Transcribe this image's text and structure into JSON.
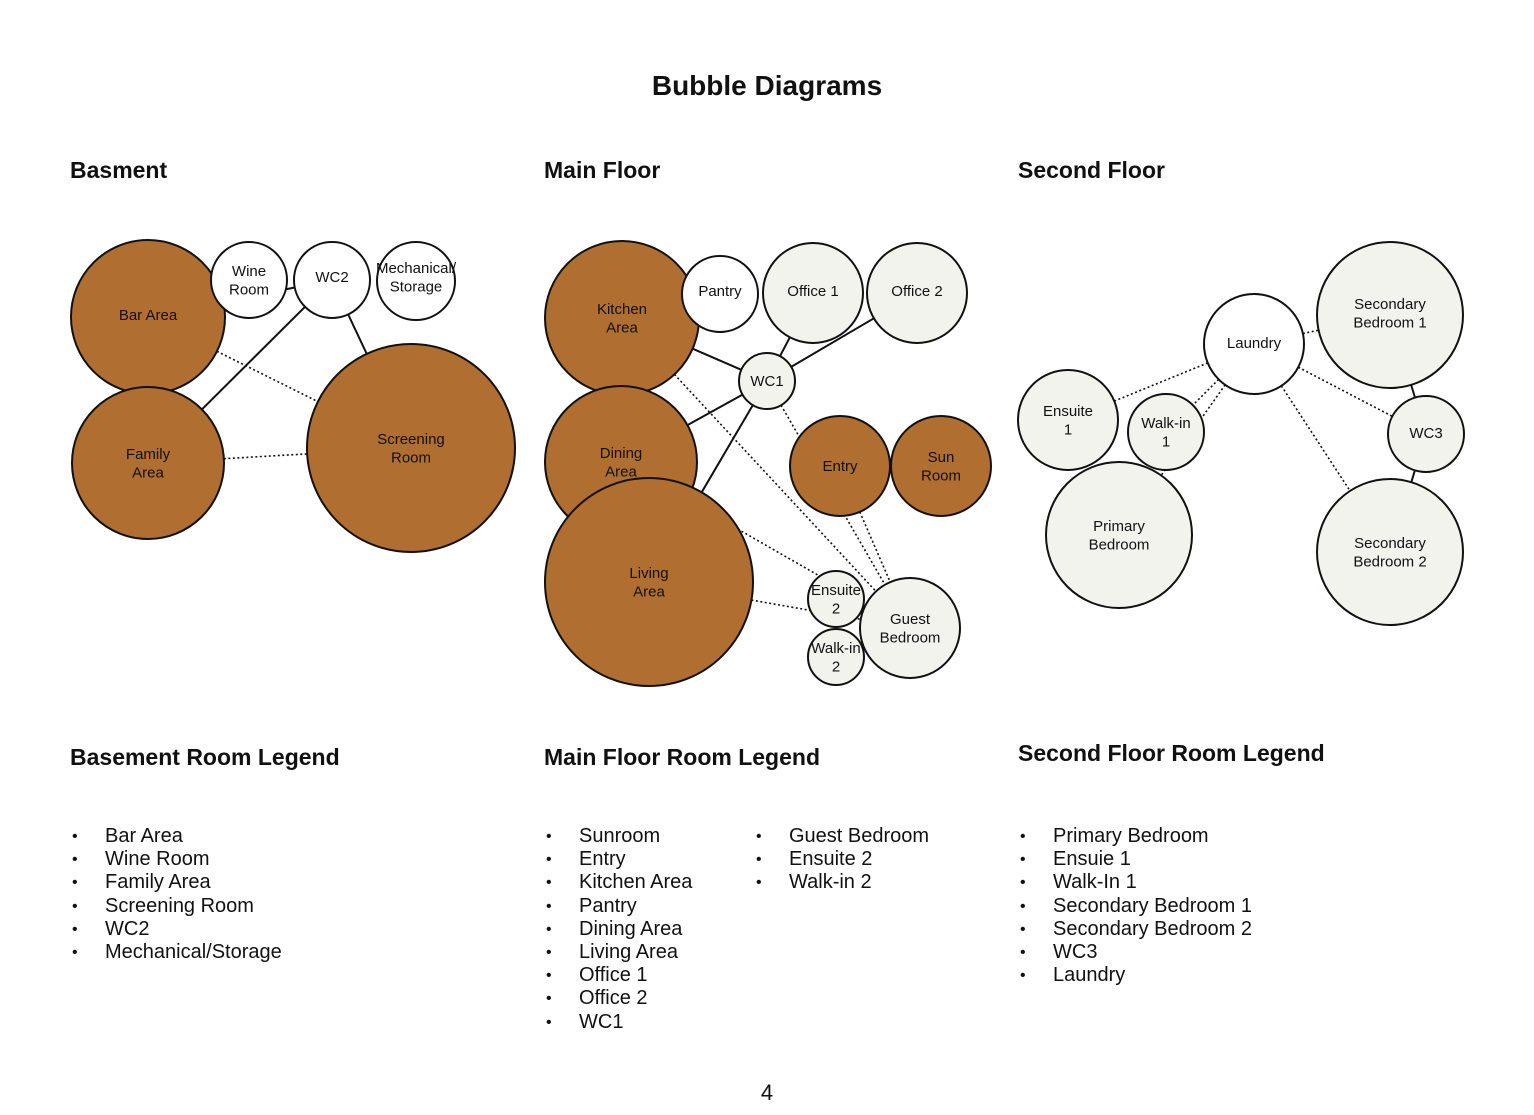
{
  "title": "Bubble Diagrams",
  "page_number": "4",
  "colors": {
    "brown": "#B06E30",
    "light": "#F3F3EE",
    "white": "#FFFFFF",
    "stroke": "#111111"
  },
  "sections": {
    "basement": "Basment",
    "main": "Main Floor",
    "second": "Second Floor"
  },
  "legends": {
    "basement": {
      "title": "Basement Room Legend",
      "items": [
        "Bar Area",
        "Wine Room",
        "Family Area",
        "Screening Room",
        "WC2",
        "Mechanical/Storage"
      ]
    },
    "main": {
      "title": "Main Floor Room Legend",
      "items": [
        "Sunroom",
        "Entry",
        "Kitchen Area",
        "Pantry",
        "Dining Area",
        "Living Area",
        "Office 1",
        "Office 2",
        "WC1"
      ],
      "items2": [
        "Guest Bedroom",
        "Ensuite 2",
        "Walk-in 2"
      ]
    },
    "second": {
      "title": "Second Floor Room Legend",
      "items": [
        "Primary Bedroom",
        "Ensuie 1",
        "Walk-In 1",
        "Secondary Bedroom 1",
        "Secondary Bedroom 2",
        "WC3",
        "Laundry"
      ]
    }
  },
  "bubbles": {
    "bar_area": {
      "label": [
        "Bar Area"
      ],
      "fill": "brown"
    },
    "family_area": {
      "label": [
        "Family",
        "Area"
      ],
      "fill": "brown"
    },
    "wine_room": {
      "label": [
        "Wine",
        "Room"
      ],
      "fill": "white"
    },
    "wc2": {
      "label": [
        "WC2"
      ],
      "fill": "white"
    },
    "mechanical_storage": {
      "label": [
        "Mechanical/",
        "Storage"
      ],
      "fill": "white"
    },
    "screening_room": {
      "label": [
        "Screening",
        "Room"
      ],
      "fill": "brown"
    },
    "kitchen_area": {
      "label": [
        "Kitchen",
        "Area"
      ],
      "fill": "brown"
    },
    "dining_area": {
      "label": [
        "Dining",
        "Area"
      ],
      "fill": "brown"
    },
    "living_area": {
      "label": [
        "Living",
        "Area"
      ],
      "fill": "brown"
    },
    "pantry": {
      "label": [
        "Pantry"
      ],
      "fill": "white"
    },
    "office1": {
      "label": [
        "Office 1"
      ],
      "fill": "light"
    },
    "office2": {
      "label": [
        "Office 2"
      ],
      "fill": "light"
    },
    "wc1": {
      "label": [
        "WC1"
      ],
      "fill": "light"
    },
    "entry": {
      "label": [
        "Entry"
      ],
      "fill": "brown"
    },
    "sun_room": {
      "label": [
        "Sun",
        "Room"
      ],
      "fill": "brown"
    },
    "ensuite2": {
      "label": [
        "Ensuite",
        "2"
      ],
      "fill": "light"
    },
    "walkin2": {
      "label": [
        "Walk-in",
        "2"
      ],
      "fill": "light"
    },
    "guest_bedroom": {
      "label": [
        "Guest",
        "Bedroom"
      ],
      "fill": "light"
    },
    "laundry": {
      "label": [
        "Laundry"
      ],
      "fill": "white"
    },
    "secondary_bedroom1": {
      "label": [
        "Secondary",
        "Bedroom 1"
      ],
      "fill": "light"
    },
    "ensuite1": {
      "label": [
        "Ensuite",
        "1"
      ],
      "fill": "light"
    },
    "walkin1": {
      "label": [
        "Walk-in",
        "1"
      ],
      "fill": "light"
    },
    "wc3": {
      "label": [
        "WC3"
      ],
      "fill": "light"
    },
    "primary_bedroom": {
      "label": [
        "Primary",
        "Bedroom"
      ],
      "fill": "light"
    },
    "secondary_bedroom2": {
      "label": [
        "Secondary",
        "Bedroom 2"
      ],
      "fill": "light"
    }
  },
  "links": [
    {
      "from": "bar_area",
      "to": "wc2",
      "style": "solid"
    },
    {
      "from": "family_area",
      "to": "wc2",
      "style": "solid"
    },
    {
      "from": "wc2",
      "to": "screening_room",
      "style": "solid"
    },
    {
      "from": "bar_area",
      "to": "screening_room",
      "style": "dotted"
    },
    {
      "from": "family_area",
      "to": "screening_room",
      "style": "dotted"
    },
    {
      "from": "kitchen_area",
      "to": "wc1",
      "style": "solid"
    },
    {
      "from": "dining_area",
      "to": "wc1",
      "style": "solid"
    },
    {
      "from": "living_area",
      "to": "wc1",
      "style": "solid"
    },
    {
      "from": "wc1",
      "to": "office1",
      "style": "solid"
    },
    {
      "from": "wc1",
      "to": "office2",
      "style": "solid"
    },
    {
      "from": "kitchen_area",
      "to": "guest_bedroom",
      "style": "dotted"
    },
    {
      "from": "dining_area",
      "to": "guest_bedroom",
      "style": "dotted"
    },
    {
      "from": "living_area",
      "to": "guest_bedroom",
      "style": "dotted"
    },
    {
      "from": "wc1",
      "to": "guest_bedroom",
      "style": "dotted"
    },
    {
      "from": "entry",
      "to": "guest_bedroom",
      "style": "dotted"
    },
    {
      "from": "laundry",
      "to": "ensuite1",
      "style": "dotted"
    },
    {
      "from": "laundry",
      "to": "walkin1",
      "style": "dotted"
    },
    {
      "from": "laundry",
      "to": "primary_bedroom",
      "style": "dotted"
    },
    {
      "from": "laundry",
      "to": "secondary_bedroom1",
      "style": "dotted"
    },
    {
      "from": "laundry",
      "to": "wc3",
      "style": "dotted"
    },
    {
      "from": "laundry",
      "to": "secondary_bedroom2",
      "style": "dotted"
    },
    {
      "from": "secondary_bedroom2",
      "to": "wc3",
      "style": "solid"
    },
    {
      "from": "secondary_bedroom1",
      "to": "wc3",
      "style": "solid"
    }
  ]
}
